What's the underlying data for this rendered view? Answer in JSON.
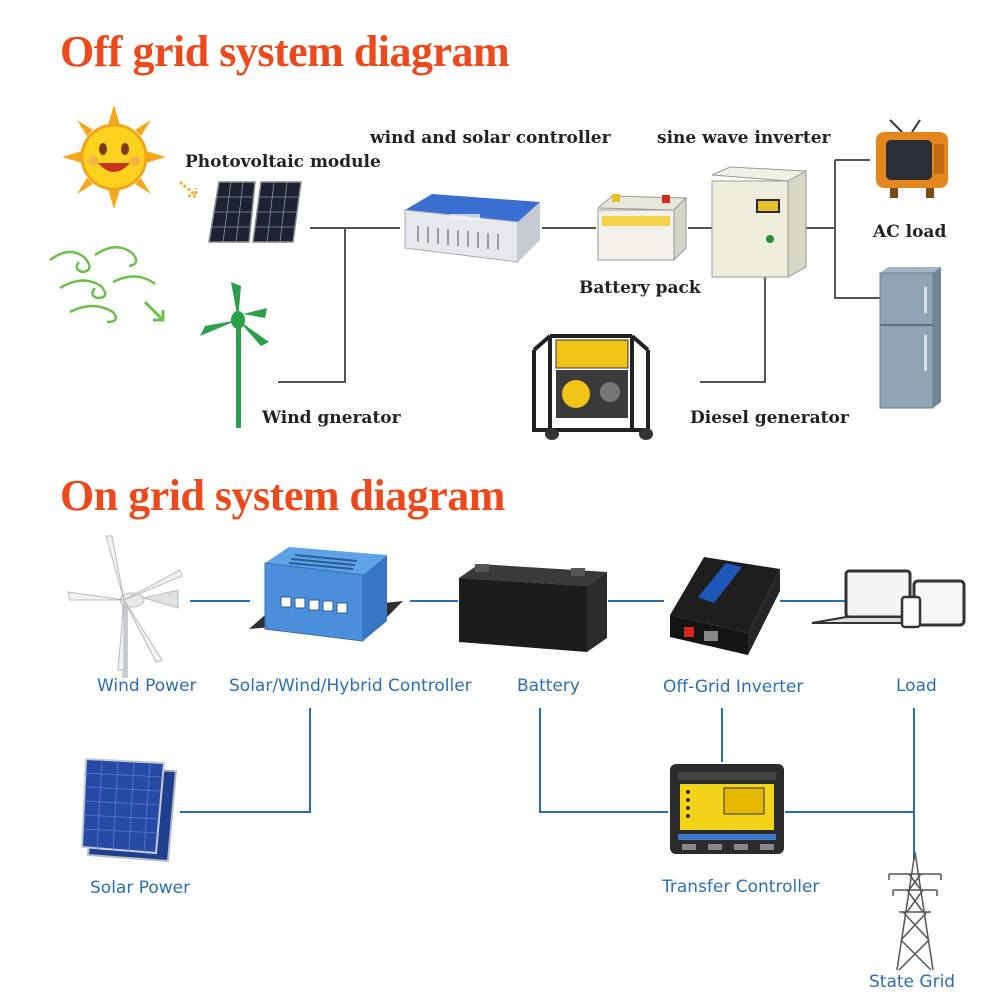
{
  "off_grid": {
    "title": "Off grid system diagram",
    "labels": {
      "pv_module": "Photovoltaic module",
      "controller": "wind and solar controller",
      "inverter": "sine wave inverter",
      "ac_load": "AC load",
      "battery": "Battery pack",
      "wind": "Wind gnerator",
      "diesel": "Diesel generator"
    }
  },
  "on_grid": {
    "title": "On grid system diagram",
    "labels": {
      "wind": "Wind Power",
      "controller": "Solar/Wind/Hybrid Controller",
      "battery": "Battery",
      "inverter": "Off-Grid Inverter",
      "load": "Load",
      "solar": "Solar Power",
      "transfer": "Transfer Controller",
      "grid": "State Grid"
    }
  },
  "colors": {
    "heading": "#ec4a1c",
    "off_line": "#555555",
    "on_line": "#2a6fb4"
  },
  "icons": [
    "sun-icon",
    "wind-swirl-icon",
    "solar-panel-icon",
    "wind-turbine-icon",
    "controller-icon",
    "battery-icon",
    "inverter-icon",
    "tv-icon",
    "refrigerator-icon",
    "diesel-generator-icon",
    "laptop-icon",
    "tablet-icon",
    "phone-icon",
    "transmission-tower-icon"
  ]
}
